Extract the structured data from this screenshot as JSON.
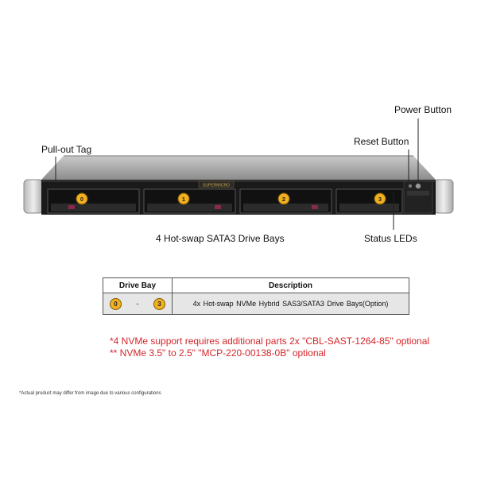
{
  "callouts": {
    "power_button": "Power Button",
    "reset_button": "Reset Button",
    "pullout_tag": "Pull-out Tag",
    "drive_bays": "4 Hot-swap  SATA3 Drive Bays",
    "status_leds": "Status LEDs"
  },
  "chassis": {
    "brand": "SUPERMICRO",
    "bays": [
      "0",
      "1",
      "2",
      "3"
    ]
  },
  "table": {
    "headers": [
      "Drive Bay",
      "Description"
    ],
    "row": {
      "bay_start": "0",
      "separator": "-",
      "bay_end": "3",
      "description": "4x Hot-swap NVMe Hybrid SAS3/SATA3 Drive  Bays(Option)"
    }
  },
  "notes": [
    "*4 NVMe support requires additional parts 2x \"CBL-SAST-1264-85\" optional",
    "** NVMe 3.5\" to 2.5\" \"MCP-220-00138-0B\" optional"
  ],
  "disclaimer": "*Actual product may differ from image due to various configurations",
  "colors": {
    "badge": "#f2b01e",
    "note_text": "#d4262a",
    "chassis_dark": "#1a1a1a",
    "leader_line": "#222222"
  }
}
